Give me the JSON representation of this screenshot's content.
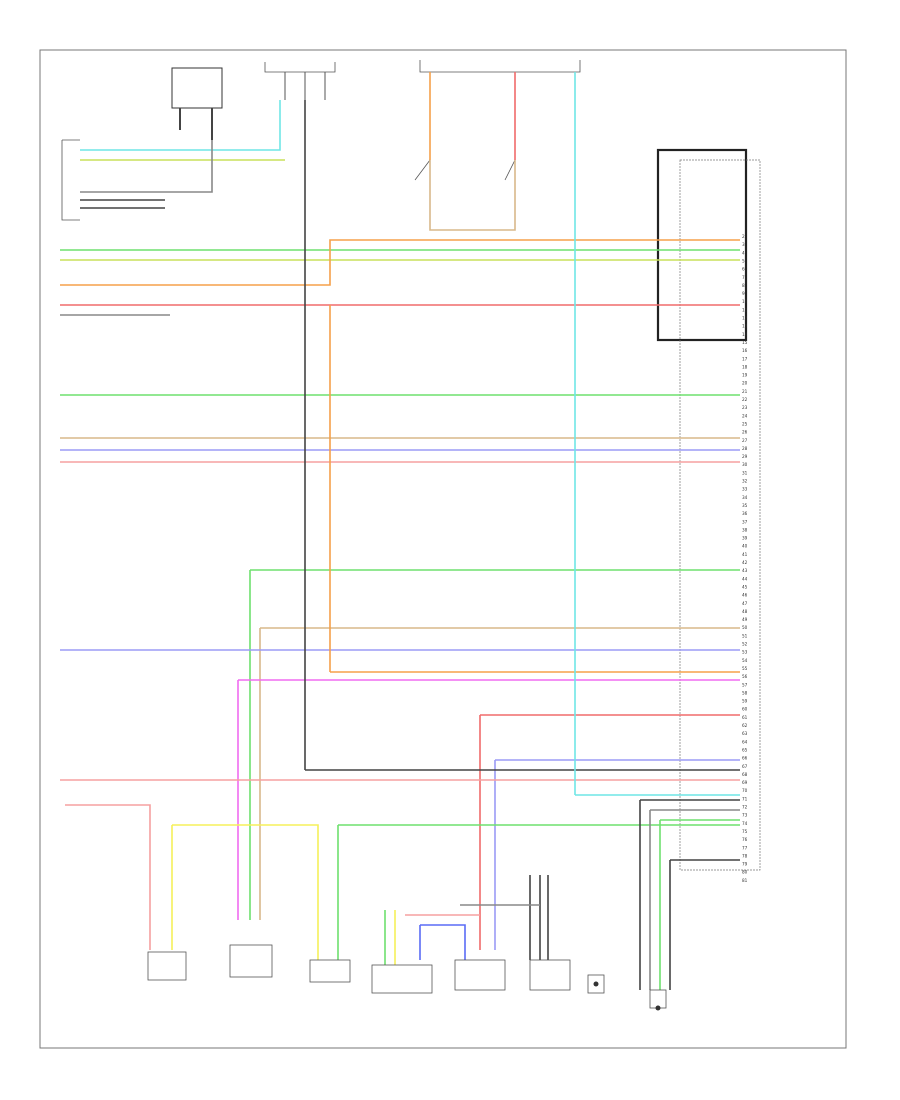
{
  "diagram": {
    "page_tag": "",
    "ecm": {
      "title": "",
      "connector_tag": "",
      "pins_top": [
        "2",
        "3",
        "4",
        "5",
        "6",
        "7",
        "8",
        "9",
        "10",
        "11",
        "12",
        "13",
        "14",
        "15",
        "16",
        "17",
        "18",
        "19",
        "20",
        "21",
        "22",
        "23",
        "24",
        "25",
        "26",
        "27",
        "28",
        "29",
        "30",
        "31",
        "32",
        "33",
        "34",
        "35",
        "36",
        "37",
        "38",
        "39",
        "40",
        "41",
        "42",
        "43",
        "44",
        "45",
        "46",
        "47",
        "48",
        "49",
        "50",
        "51",
        "52",
        "53",
        "54",
        "55",
        "56",
        "57",
        "58",
        "59",
        "60",
        "61",
        "62",
        "63",
        "64",
        "65",
        "66",
        "67",
        "68",
        "69",
        "70",
        "71",
        "72",
        "73",
        "74",
        "75",
        "76",
        "77",
        "78",
        "79",
        "80",
        "81"
      ],
      "signal_labels": []
    },
    "top_components": [
      {
        "id": "relay-top-left"
      },
      {
        "id": "switch-top-mid"
      },
      {
        "id": "switch-top-right"
      }
    ],
    "bottom_components": [
      {
        "id": "sensor-1"
      },
      {
        "id": "sensor-2"
      },
      {
        "id": "sensor-3"
      },
      {
        "id": "sensor-4"
      },
      {
        "id": "sensor-5"
      },
      {
        "id": "sensor-6"
      },
      {
        "id": "sensor-7"
      },
      {
        "id": "sensor-8"
      }
    ],
    "wire_colors": {
      "green": "#6ee06e",
      "yellow-green": "#c8e05a",
      "orange": "#f5a04a",
      "red": "#f06b6b",
      "violet": "#9b9bf5",
      "cyan": "#6fe6e6",
      "magenta": "#f06cf0",
      "yellow": "#f5f05a",
      "tan": "#d8b88a",
      "pink": "#f5a0a0",
      "blue": "#5a6cf5",
      "gray": "#888888",
      "black": "#444444"
    }
  }
}
